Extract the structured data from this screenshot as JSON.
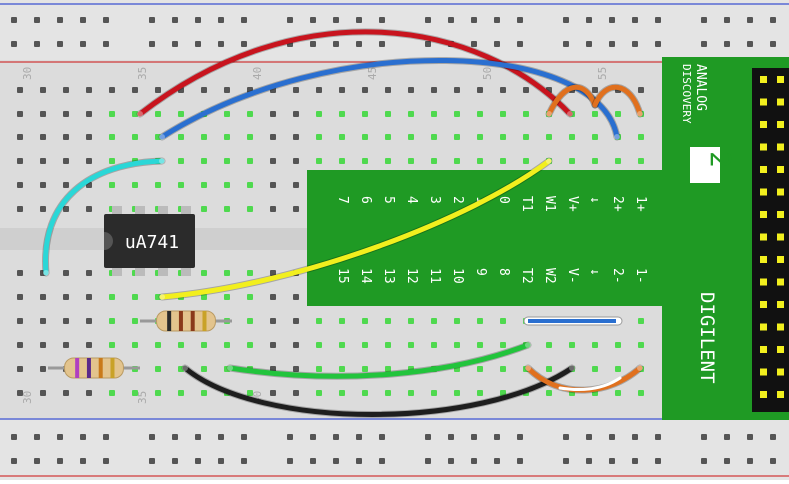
{
  "chip": {
    "label": "uA741"
  },
  "board": {
    "column_numbers": [
      "30",
      "35",
      "40",
      "45",
      "50",
      "55"
    ],
    "brand": "DIGILENT",
    "product_line1": "ANALOG",
    "product_line2": "DISCOVERY",
    "product_number": "2",
    "top_pins": [
      "1+",
      "2+",
      "↓",
      "V+",
      "W1",
      "T1",
      "0",
      "1",
      "2",
      "3",
      "4",
      "5",
      "6",
      "7"
    ],
    "bottom_pins": [
      "1-",
      "2-",
      "↓",
      "V-",
      "W2",
      "T2",
      "8",
      "9",
      "10",
      "11",
      "12",
      "13",
      "14",
      "15"
    ]
  },
  "resistors": [
    {
      "name": "resistor-1",
      "bands": [
        "#2a2a2a",
        "#8a3a1a",
        "#8a3a1a",
        "#c9a227"
      ]
    },
    {
      "name": "resistor-2",
      "bands": [
        "#b040c0",
        "#5a2a8a",
        "#c97a1a",
        "#c9a227"
      ]
    }
  ],
  "wires": [
    {
      "name": "red-wire",
      "color": "#c8141e"
    },
    {
      "name": "blue-wire",
      "color": "#2a6fd0"
    },
    {
      "name": "orange-wire-top-1",
      "color": "#e0701e"
    },
    {
      "name": "orange-wire-top-2",
      "color": "#e0701e"
    },
    {
      "name": "cyan-wire",
      "color": "#2ad7d7"
    },
    {
      "name": "yellow-wire",
      "color": "#f2ef1e"
    },
    {
      "name": "green-wire",
      "color": "#22c43c"
    },
    {
      "name": "black-wire",
      "color": "#1e1e1e"
    },
    {
      "name": "orange-wire-bottom",
      "color": "#e0701e"
    },
    {
      "name": "blue-jumper",
      "color": "#2a6fd0"
    }
  ]
}
